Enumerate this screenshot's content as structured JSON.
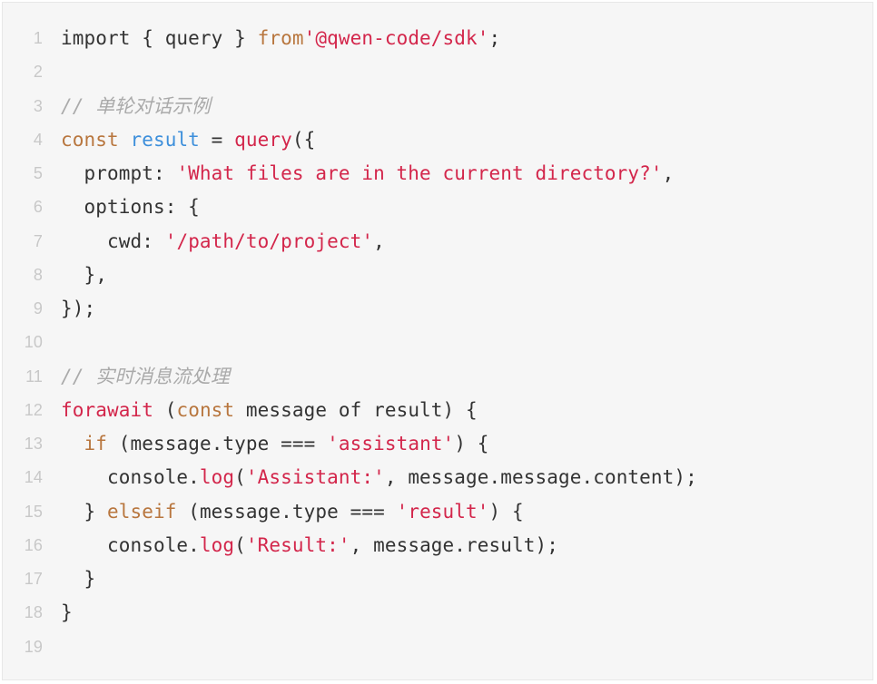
{
  "colors": {
    "keyword": "#b8763e",
    "string": "#d3264b",
    "variable": "#3d8fdb",
    "comment": "#aaaaaa",
    "text": "#333333",
    "background": "#f6f6f6"
  },
  "lines": [
    {
      "n": "1",
      "tokens": [
        [
          "p",
          "import { query } "
        ],
        [
          "kw",
          "from"
        ],
        [
          "str",
          "'@qwen-code/sdk'"
        ],
        [
          "p",
          ";"
        ]
      ]
    },
    {
      "n": "2",
      "tokens": []
    },
    {
      "n": "3",
      "tokens": [
        [
          "cm",
          "// 单轮对话示例"
        ]
      ]
    },
    {
      "n": "4",
      "tokens": [
        [
          "kw",
          "const"
        ],
        [
          "p",
          " "
        ],
        [
          "var",
          "result"
        ],
        [
          "p",
          " = "
        ],
        [
          "fn",
          "query"
        ],
        [
          "p",
          "({"
        ]
      ]
    },
    {
      "n": "5",
      "tokens": [
        [
          "p",
          "  prompt: "
        ],
        [
          "str",
          "'What files are in the current directory?'"
        ],
        [
          "p",
          ","
        ]
      ]
    },
    {
      "n": "6",
      "tokens": [
        [
          "p",
          "  options: {"
        ]
      ]
    },
    {
      "n": "7",
      "tokens": [
        [
          "p",
          "    cwd: "
        ],
        [
          "str",
          "'/path/to/project'"
        ],
        [
          "p",
          ","
        ]
      ]
    },
    {
      "n": "8",
      "tokens": [
        [
          "p",
          "  },"
        ]
      ]
    },
    {
      "n": "9",
      "tokens": [
        [
          "p",
          "});"
        ]
      ]
    },
    {
      "n": "10",
      "tokens": []
    },
    {
      "n": "11",
      "tokens": [
        [
          "cm",
          "// 实时消息流处理"
        ]
      ]
    },
    {
      "n": "12",
      "tokens": [
        [
          "fn",
          "forawait"
        ],
        [
          "p",
          " ("
        ],
        [
          "kw",
          "const"
        ],
        [
          "p",
          " message of result) {"
        ]
      ]
    },
    {
      "n": "13",
      "tokens": [
        [
          "p",
          "  "
        ],
        [
          "kw",
          "if"
        ],
        [
          "p",
          " (message.type === "
        ],
        [
          "str",
          "'assistant'"
        ],
        [
          "p",
          ") {"
        ]
      ]
    },
    {
      "n": "14",
      "tokens": [
        [
          "p",
          "    console."
        ],
        [
          "fn",
          "log"
        ],
        [
          "p",
          "("
        ],
        [
          "str",
          "'Assistant:'"
        ],
        [
          "p",
          ", message.message.content);"
        ]
      ]
    },
    {
      "n": "15",
      "tokens": [
        [
          "p",
          "  } "
        ],
        [
          "kw",
          "elseif"
        ],
        [
          "p",
          " (message.type === "
        ],
        [
          "str",
          "'result'"
        ],
        [
          "p",
          ") {"
        ]
      ]
    },
    {
      "n": "16",
      "tokens": [
        [
          "p",
          "    console."
        ],
        [
          "fn",
          "log"
        ],
        [
          "p",
          "("
        ],
        [
          "str",
          "'Result:'"
        ],
        [
          "p",
          ", message.result);"
        ]
      ]
    },
    {
      "n": "17",
      "tokens": [
        [
          "p",
          "  }"
        ]
      ]
    },
    {
      "n": "18",
      "tokens": [
        [
          "p",
          "}"
        ]
      ]
    },
    {
      "n": "19",
      "tokens": []
    }
  ]
}
